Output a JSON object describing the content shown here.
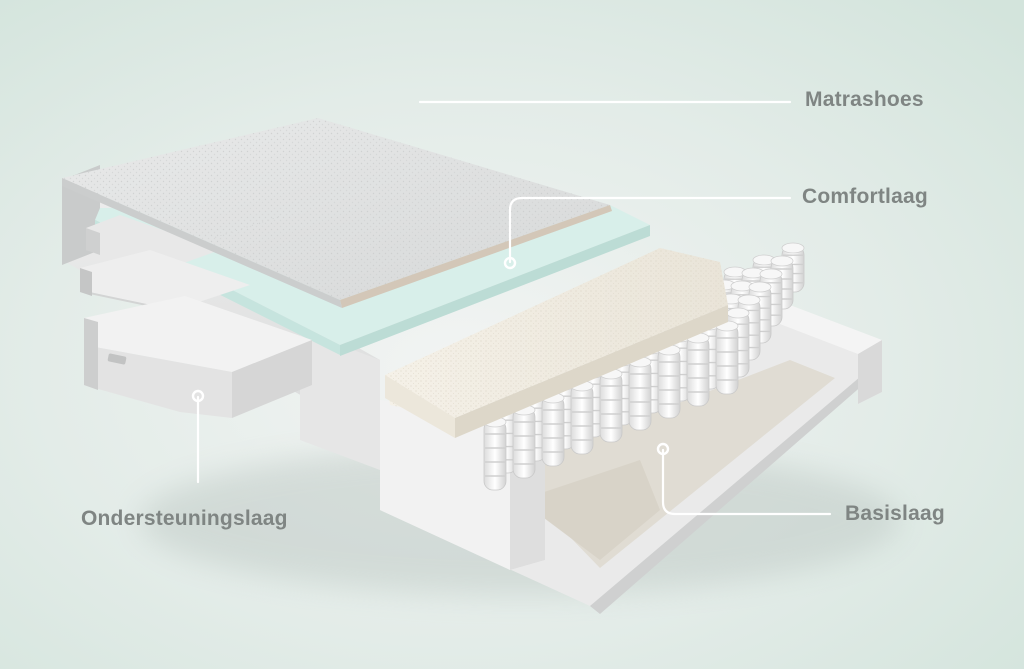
{
  "diagram": {
    "layers": [
      {
        "id": "cover",
        "label": "Matrashoes"
      },
      {
        "id": "comfort",
        "label": "Comfortlaag"
      },
      {
        "id": "support",
        "label": "Ondersteuningslaag"
      },
      {
        "id": "base",
        "label": "Basislaag"
      }
    ]
  },
  "colors": {
    "background": "#dce8e2",
    "label_text": "#7f8583",
    "callout_line": "#ffffff",
    "comfort_foam": "#cfe9e4"
  }
}
